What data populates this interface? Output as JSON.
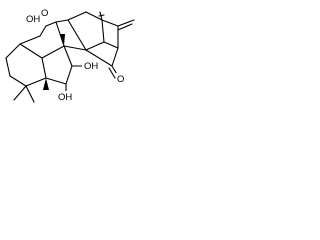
{
  "molecule": {
    "atom_labels": {
      "o_top": "O",
      "o_ketone": "O",
      "oh_left": "OH",
      "oh_center": "OH",
      "oh_bottom": "OH"
    }
  }
}
